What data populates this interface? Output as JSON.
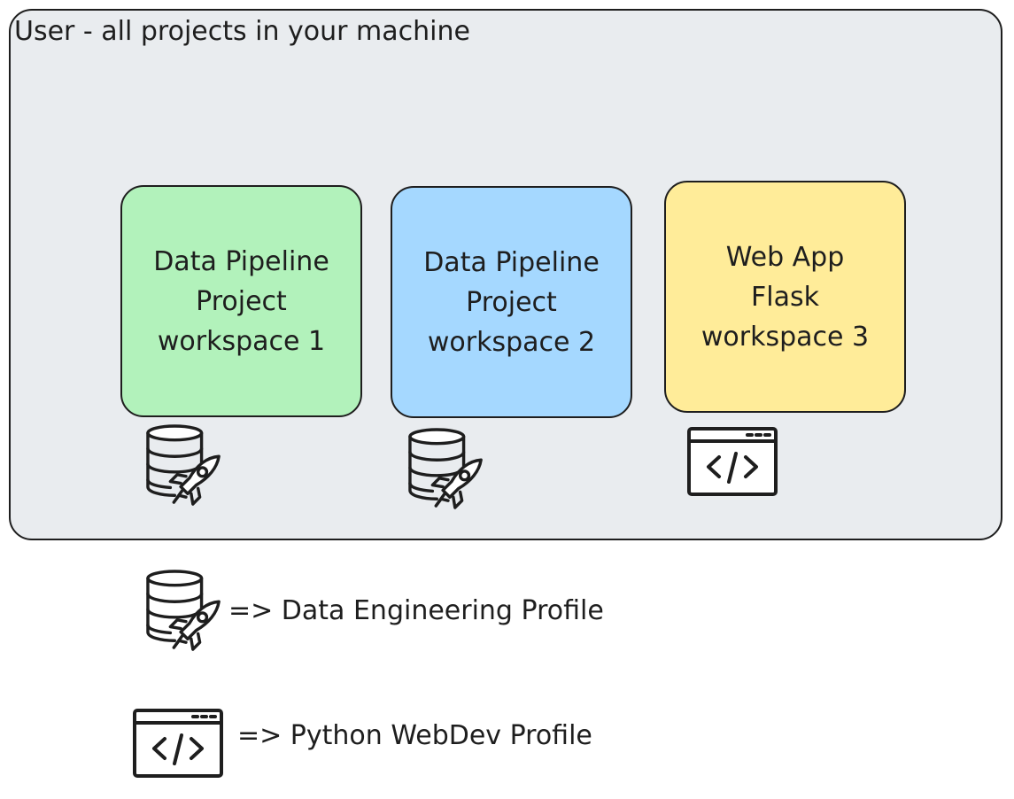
{
  "container": {
    "title": "User - all projects in your machine"
  },
  "workspaces": [
    {
      "lines": [
        "Data Pipeline",
        "Project",
        "workspace 1"
      ],
      "color": "#b2f2bb",
      "icon": "database-rocket-icon"
    },
    {
      "lines": [
        "Data Pipeline",
        "Project",
        "workspace 2"
      ],
      "color": "#a5d8ff",
      "icon": "database-rocket-icon"
    },
    {
      "lines": [
        "Web App",
        "Flask",
        "workspace 3"
      ],
      "color": "#ffec99",
      "icon": "browser-code-icon"
    }
  ],
  "legend": [
    {
      "icon": "database-rocket-icon",
      "label": "=> Data Engineering Profile"
    },
    {
      "icon": "browser-code-icon",
      "label": "=> Python WebDev Profile"
    }
  ],
  "colors": {
    "background": "#e9ecef",
    "stroke": "#1e1e1e"
  }
}
